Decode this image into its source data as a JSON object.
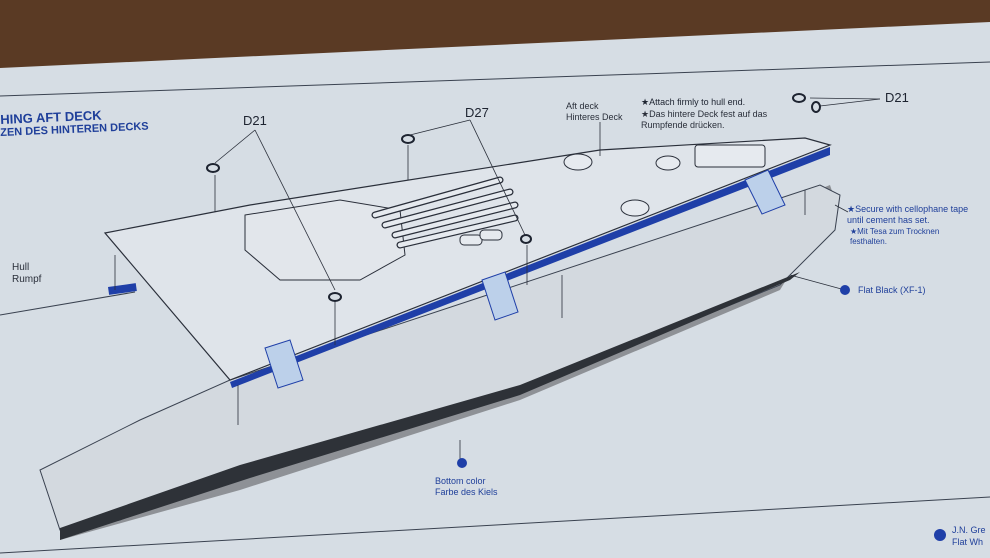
{
  "title": {
    "line1": "HING AFT DECK",
    "line2": "ZEN DES HINTEREN DECKS"
  },
  "labels": {
    "hull": {
      "en": "Hull",
      "de": "Rumpf"
    },
    "aft_deck": {
      "en": "Aft deck",
      "de": "Hinteres Deck"
    },
    "parts": [
      "D21",
      "D27",
      "D21"
    ],
    "attach_note": {
      "en": "★Attach firmly to hull end.",
      "de1": "★Das hintere Deck fest auf das",
      "de2": "Rumpfende drücken."
    },
    "tape_note": {
      "en1": "★Secure with cellophane tape",
      "en2": "until cement has set.",
      "de1": "★Mit  Tesa  zum  Trocknen",
      "de2": "festhalten."
    },
    "flat_black": "Flat Black (XF-1)",
    "bottom": {
      "en": "Bottom color",
      "de": "Farbe des Kiels"
    },
    "next": {
      "l1": "J.N. Gre",
      "l2": "Flat Wh"
    }
  },
  "colors": {
    "paper": "#d6dde4",
    "ink": "#1f3f9a",
    "hull": "#8c8f94",
    "wood": "#5a3a24"
  }
}
